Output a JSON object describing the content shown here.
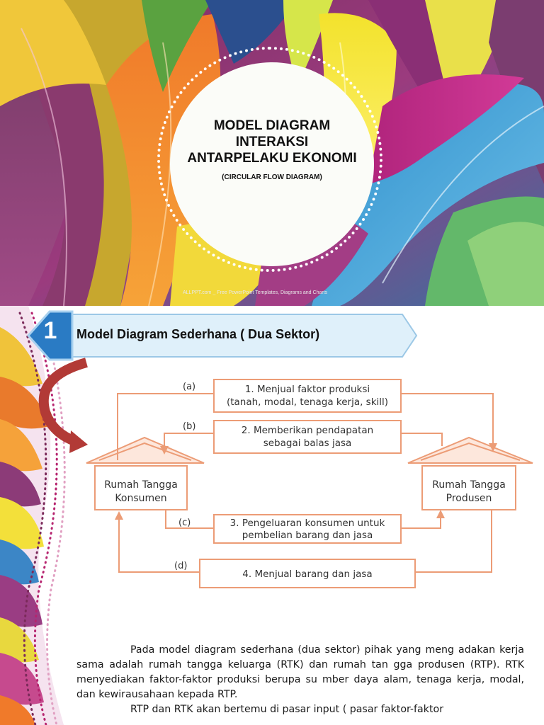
{
  "slide1": {
    "title_lines": [
      "MODEL DIAGRAM",
      "INTERAKSI",
      "ANTARPELAKU EKONOMI"
    ],
    "subtitle": "(CIRCULAR FLOW DIAGRAM)",
    "watermark": "ALLPPT.com _ Free PowerPoint Templates, Diagrams and Charts"
  },
  "slide2": {
    "section_number": "1",
    "heading": "Model Diagram Sederhana ( Dua Sektor)",
    "diagram": {
      "left_entity": [
        "Rumah Tangga",
        "Konsumen"
      ],
      "right_entity": [
        "Rumah Tangga",
        "Produsen"
      ],
      "flows": [
        {
          "tag": "(a)",
          "lines": [
            "1. Menjual faktor produksi",
            "(tanah, modal, tenaga kerja, skill)"
          ]
        },
        {
          "tag": "(b)",
          "lines": [
            "2. Memberikan pendapatan",
            "sebagai balas jasa"
          ]
        },
        {
          "tag": "(c)",
          "lines": [
            "3. Pengeluaran konsumen untuk",
            "pembelian barang dan jasa"
          ]
        },
        {
          "tag": "(d)",
          "lines": [
            "4. Menjual barang dan jasa"
          ]
        }
      ],
      "line_color": "#ec9c76"
    },
    "paragraphs": [
      "Pada model diagram sederhana (dua sektor) pihak yang meng adakan kerja sama adalah rumah tangga keluarga (RTK) dan rumah tan gga produsen (RTP). RTK menyediakan faktor-faktor produksi berupa su mber daya alam, tenaga kerja, modal, dan kewirausahaan kepada RTP.",
      "RTP dan RTK akan bertemu di pasar input ( pasar faktor-faktor"
    ]
  }
}
